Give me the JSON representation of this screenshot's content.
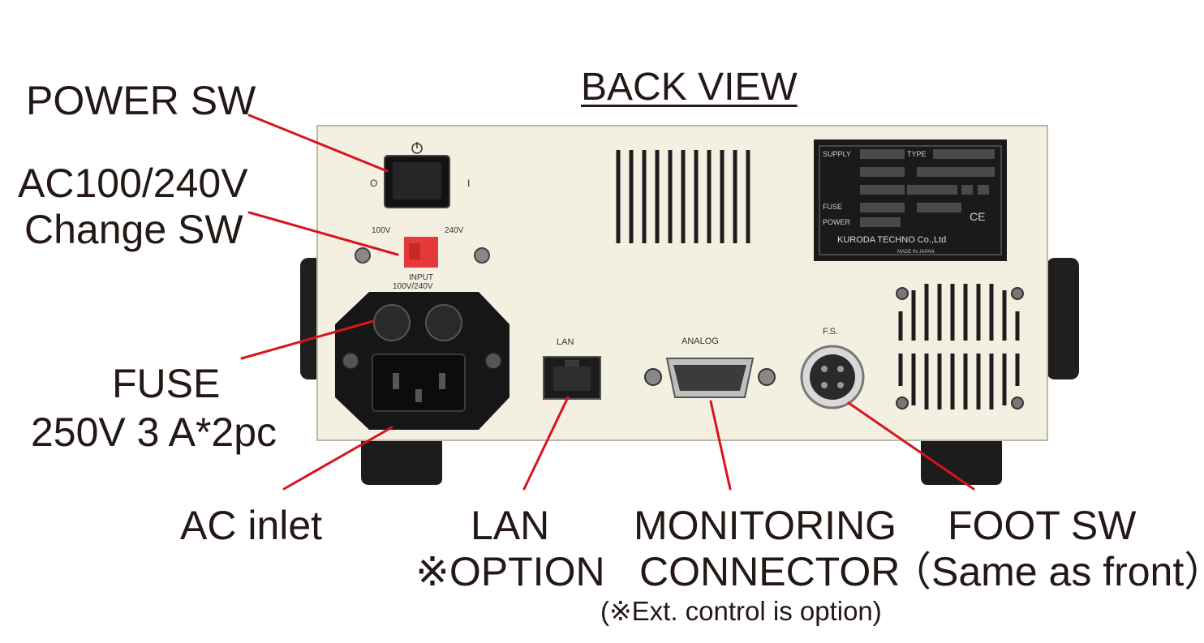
{
  "title": "BACK VIEW",
  "callouts": {
    "power_sw": "POWER SW",
    "ac_change_line1": "AC100/240V",
    "ac_change_line2": "Change SW",
    "fuse_line1": "FUSE",
    "fuse_line2": "250V  3 A*2pc",
    "ac_inlet": "AC inlet",
    "lan_line1": "LAN",
    "lan_line2": "※OPTION",
    "monitoring_line1": "MONITORING",
    "monitoring_line2": "CONNECTOR",
    "monitoring_note": "(※Ext. control is option)",
    "foot_line1": "FOOT SW",
    "foot_line2": "（Same as front）"
  },
  "panel_markings": {
    "lan": "LAN",
    "analog": "ANALOG",
    "fs": "F.S.",
    "v100": "100V",
    "v240": "240V",
    "input_line1": "INPUT",
    "input_line2": "100V/240V",
    "power_on": "I",
    "power_off": "O"
  },
  "rating_plate": {
    "supply": "SUPPLY",
    "type": "TYPE",
    "fuse": "FUSE",
    "power": "POWER",
    "maker": "KURODA TECHNO Co.,Ltd",
    "origin": "MADE IN JAPAN",
    "ce": "CE"
  },
  "colors": {
    "leader": "#d7141e",
    "text": "#231815",
    "panel": "#f3f0e2",
    "dark": "#1a1a1a",
    "switch_red": "#e63a3a"
  }
}
